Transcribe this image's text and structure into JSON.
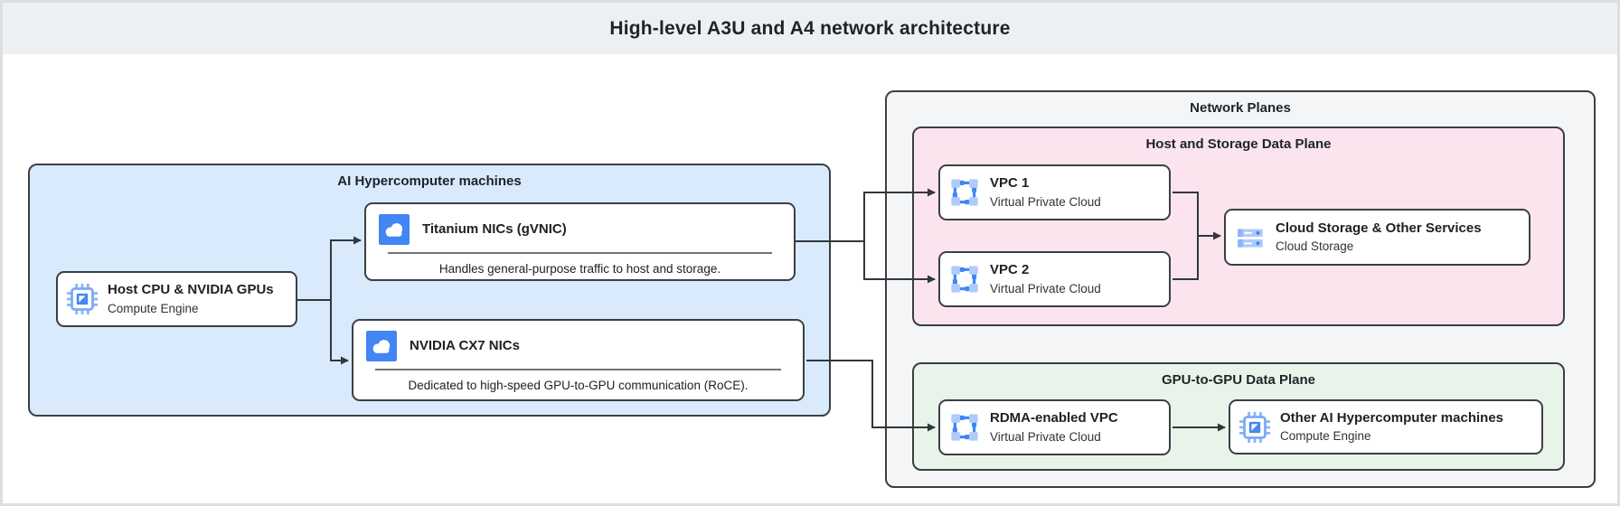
{
  "header": {
    "title": "High-level A3U and A4 network architecture"
  },
  "containers": {
    "ai_hypercomputer": {
      "label": "AI Hypercomputer machines"
    },
    "network_planes": {
      "label": "Network Planes"
    },
    "host_storage_plane": {
      "label": "Host and Storage Data Plane"
    },
    "gpu_plane": {
      "label": "GPU-to-GPU Data Plane"
    }
  },
  "nodes": {
    "host_cpu": {
      "title": "Host CPU & NVIDIA GPUs",
      "subtitle": "Compute Engine",
      "icon": "compute-engine-icon"
    },
    "titanium_nics": {
      "title": "Titanium NICs (gVNIC)",
      "description": "Handles general-purpose traffic to host and storage.",
      "icon": "cloud-nic-icon"
    },
    "nvidia_cx7_nics": {
      "title": "NVIDIA CX7 NICs",
      "description": "Dedicated to high-speed GPU-to-GPU communication (RoCE).",
      "icon": "cloud-nic-icon"
    },
    "vpc1": {
      "title": "VPC 1",
      "subtitle": "Virtual Private Cloud",
      "icon": "vpc-icon"
    },
    "vpc2": {
      "title": "VPC 2",
      "subtitle": "Virtual Private Cloud",
      "icon": "vpc-icon"
    },
    "cloud_storage": {
      "title": "Cloud Storage & Other Services",
      "subtitle": "Cloud Storage",
      "icon": "cloud-storage-icon"
    },
    "rdma_vpc": {
      "title": "RDMA-enabled VPC",
      "subtitle": "Virtual Private Cloud",
      "icon": "vpc-icon"
    },
    "other_machines": {
      "title": "Other AI Hypercomputer machines",
      "subtitle": "Compute Engine",
      "icon": "compute-engine-icon"
    }
  },
  "edges": [
    {
      "from": "host_cpu",
      "to": "titanium_nics"
    },
    {
      "from": "host_cpu",
      "to": "nvidia_cx7_nics"
    },
    {
      "from": "titanium_nics",
      "to": "vpc1"
    },
    {
      "from": "titanium_nics",
      "to": "vpc2"
    },
    {
      "from": "nvidia_cx7_nics",
      "to": "rdma_vpc"
    },
    {
      "from": "vpc1",
      "to": "cloud_storage"
    },
    {
      "from": "vpc2",
      "to": "cloud_storage"
    },
    {
      "from": "rdma_vpc",
      "to": "other_machines"
    }
  ],
  "colors": {
    "accent_blue": "#4285f4",
    "icon_light_blue": "#aecbfa",
    "blue_container_fill": "#d9eafc",
    "pink_container_fill": "#fce4ee",
    "green_container_fill": "#e8f4e9",
    "gray_container_fill": "#f4f5f6",
    "header_fill": "#edf0f2",
    "border_dark": "#3a3f44",
    "arrow": "#33373b"
  }
}
